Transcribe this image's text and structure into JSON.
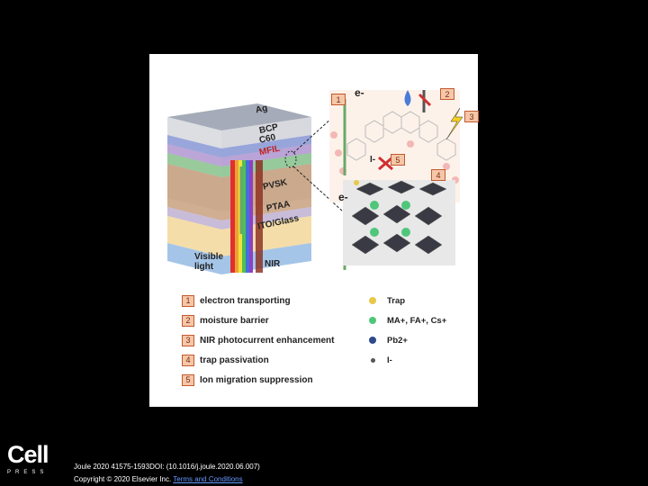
{
  "figure": {
    "layers": [
      "Ag",
      "BCP",
      "C60",
      "MFIL",
      "PVSK",
      "PTAA",
      "ITO/Glass"
    ],
    "light_labels": {
      "visible": "Visible light",
      "nir": "NIR"
    },
    "electron_label": "e-",
    "iodide_label": "I-",
    "tags": [
      "1",
      "2",
      "3",
      "4",
      "5"
    ],
    "legend": [
      {
        "num": "1",
        "text": "electron transporting"
      },
      {
        "num": "2",
        "text": "moisture barrier"
      },
      {
        "num": "3",
        "text": "NIR photocurrent enhancement"
      },
      {
        "num": "4",
        "text": "trap passivation"
      },
      {
        "num": "5",
        "text": "Ion migration suppression"
      }
    ],
    "key": [
      {
        "text": "Trap",
        "color": "#e8c84a"
      },
      {
        "text": "MA+, FA+, Cs+",
        "color": "#4fc77a"
      },
      {
        "text": "Pb2+",
        "color": "#2d4a8a"
      },
      {
        "text": "I-",
        "color": "#555555"
      }
    ]
  },
  "footer": {
    "logo": "Cell",
    "logo_sub": "PRESS",
    "citation": "Joule 2020 41575-1593DOI: (10.1016/j.joule.2020.06.007)",
    "copyright_prefix": "Copyright © 2020 Elsevier Inc.",
    "copyright_link": "Terms and Conditions"
  }
}
